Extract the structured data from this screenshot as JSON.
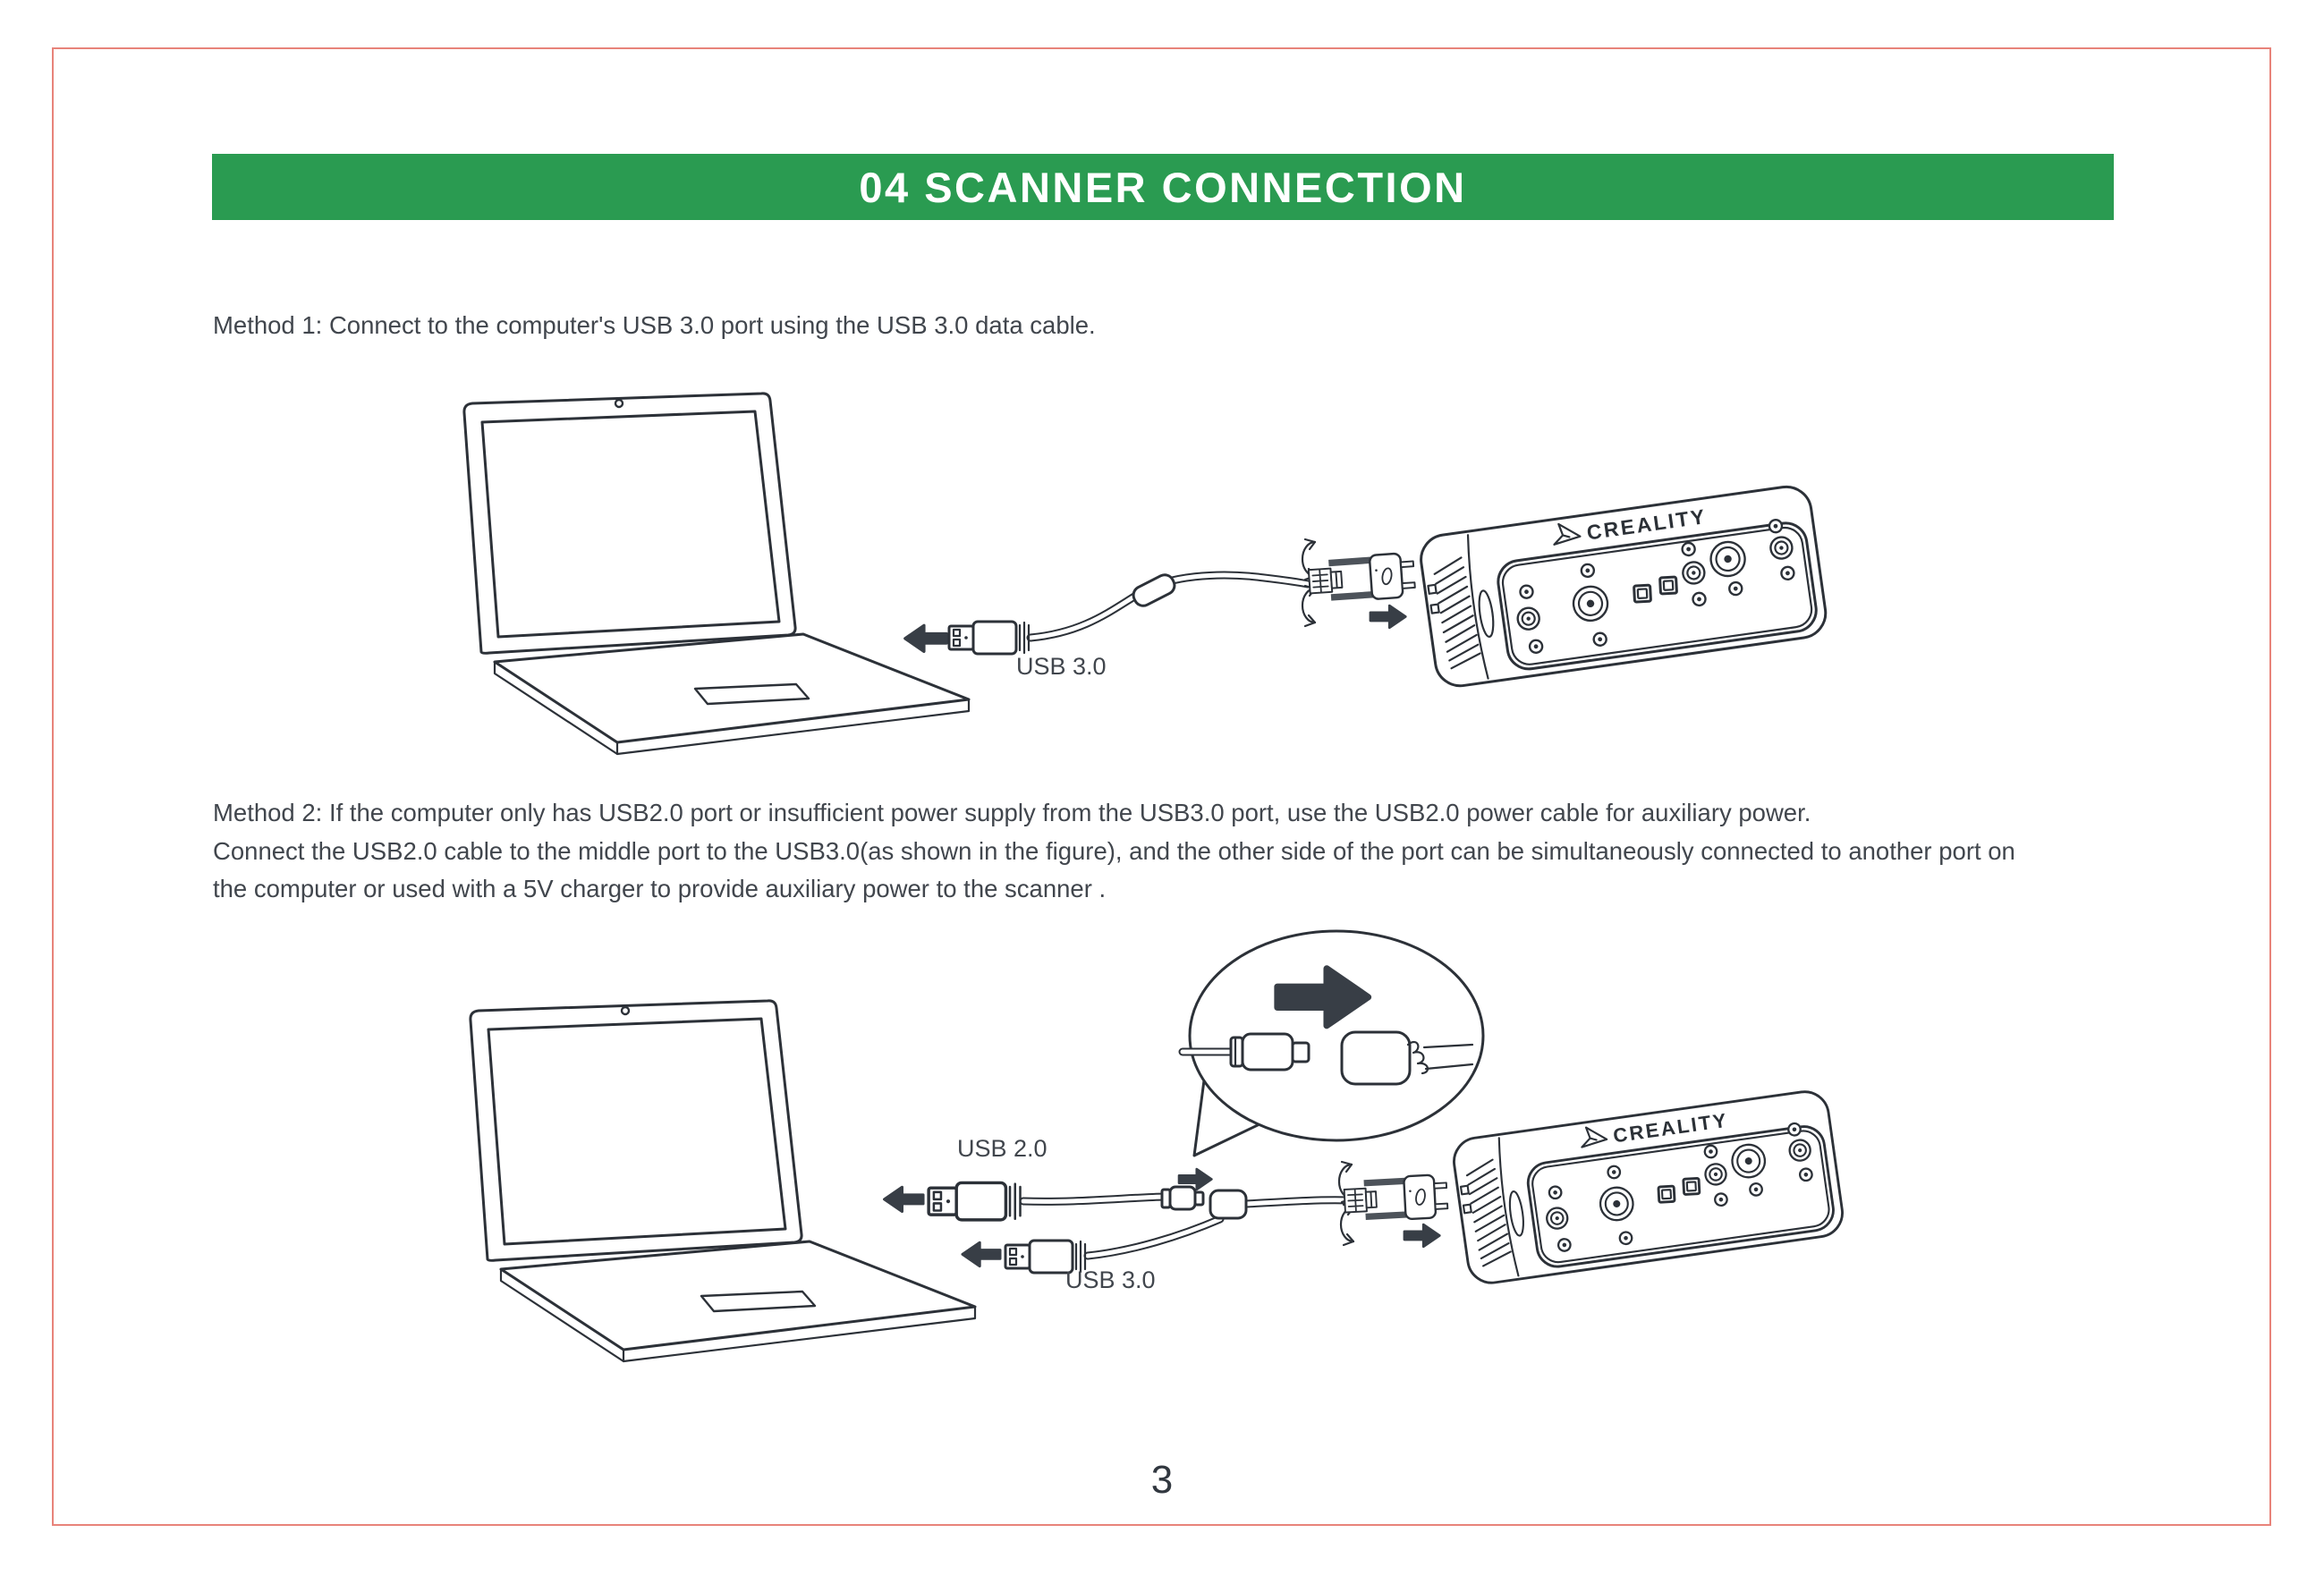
{
  "header": {
    "title": "04 SCANNER CONNECTION",
    "bar_color": "#2a9b51",
    "text_color": "#ffffff"
  },
  "method1": {
    "text": "Method 1: Connect to the computer's USB 3.0 port using the USB 3.0 data cable."
  },
  "method2": {
    "line1": "Method 2: If the computer only has USB2.0 port or insufficient power supply from the USB3.0 port, use the USB2.0 power cable for auxiliary power.",
    "line2": "Connect the USB2.0 cable to the middle port to the USB3.0(as shown in the figure), and the other side of the port can be simultaneously connected to another port on",
    "line3": "the computer or used with a 5V charger to provide auxiliary power to the scanner ."
  },
  "illustration1": {
    "usb3_label": "USB 3.0",
    "scanner_brand": "CREALITY"
  },
  "illustration2": {
    "usb2_label": "USB 2.0",
    "usb3_label": "USB 3.0",
    "scanner_brand": "CREALITY"
  },
  "footer": {
    "page_number": "3"
  },
  "colors": {
    "page_border": "#e8837a",
    "header_green": "#2a9b51",
    "line_art": "#2c3138",
    "arrow": "#383e46",
    "body_text": "#41464d"
  }
}
